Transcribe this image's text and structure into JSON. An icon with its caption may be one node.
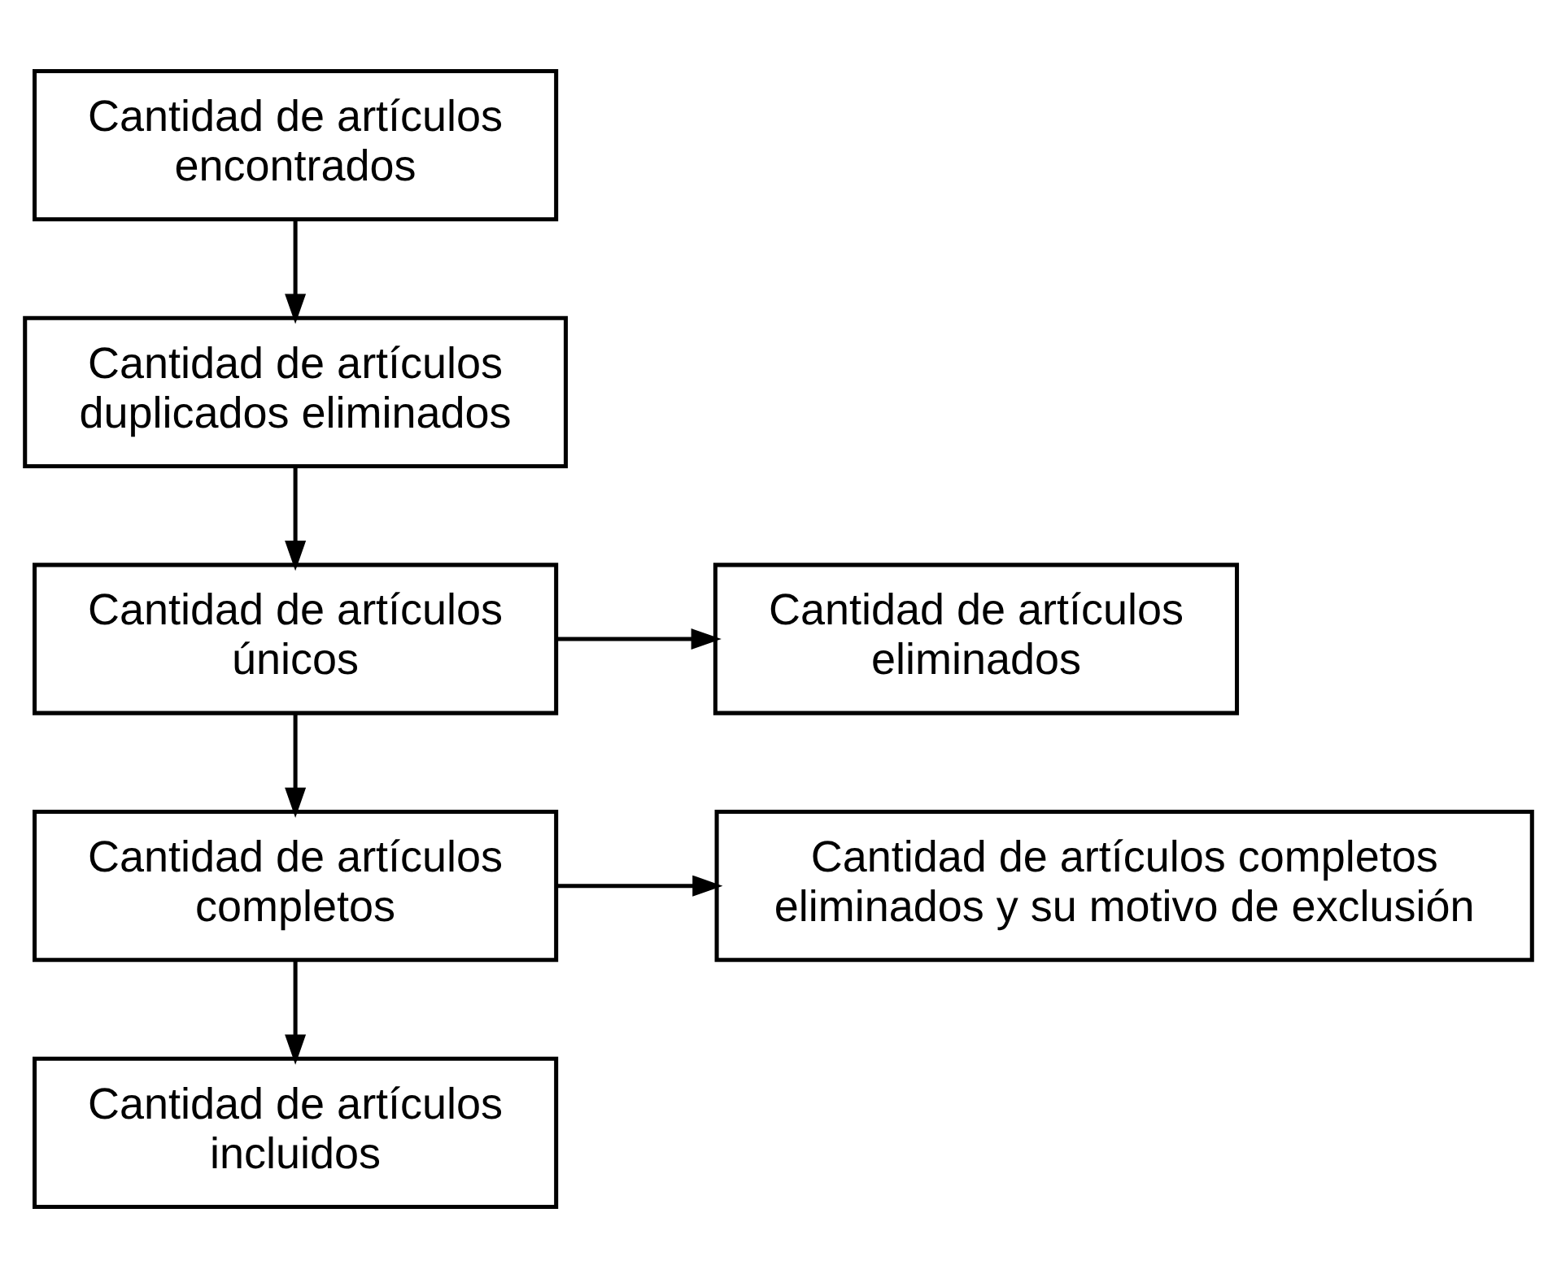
{
  "diagram": {
    "nodes": [
      {
        "text": [
          "Cantidad de artículos encontrados"
        ]
      },
      {
        "text": [
          "Cantidad de artículos duplicados eliminados"
        ]
      },
      {
        "text": [
          "Cantidad de artículos únicos"
        ]
      },
      {
        "text": [
          "Cantidad de artículos eliminados"
        ]
      },
      {
        "text": [
          "Cantidad de artículos completos"
        ]
      },
      {
        "text": [
          "Cantidad de artículos completos eliminados y su motivo de exclusión"
        ]
      },
      {
        "text": [
          "Cantidad de artículos incluidos"
        ]
      }
    ],
    "edges": [
      {
        "from": 0,
        "to": 1,
        "arrow": "to"
      },
      {
        "from": 1,
        "to": 2,
        "arrow": "to"
      },
      {
        "from": 2,
        "to": 3,
        "arrow": "to"
      },
      {
        "from": 2,
        "to": 4,
        "arrow": "to"
      },
      {
        "from": 4,
        "to": 5,
        "arrow": "to"
      },
      {
        "from": 4,
        "to": 6,
        "arrow": "to"
      }
    ]
  }
}
